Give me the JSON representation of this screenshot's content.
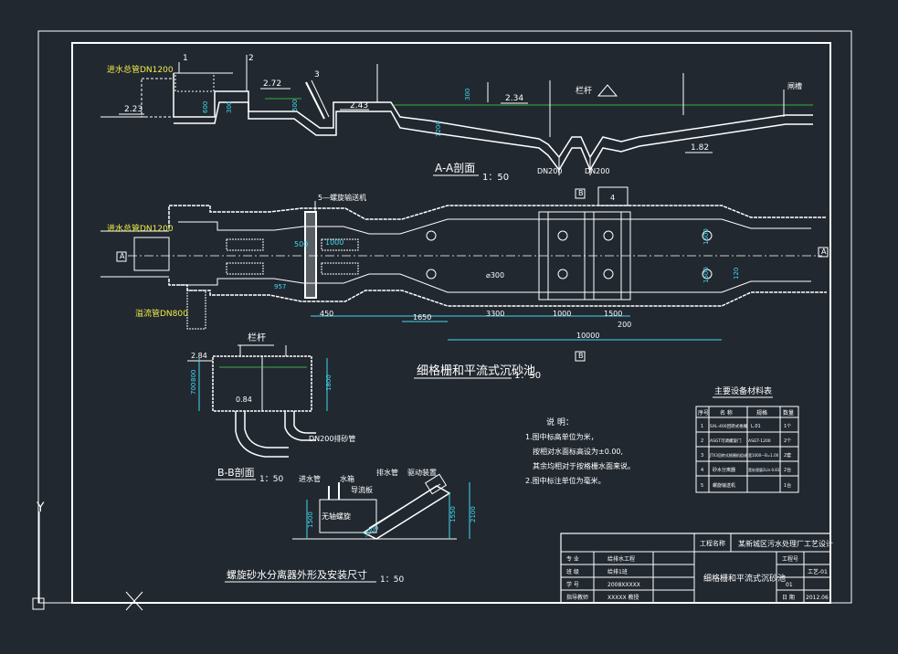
{
  "colors": {
    "background": "#212830",
    "frame": "#ffffff",
    "text_yellow": "#f2ee4a",
    "dimension_cyan": "#43d8f0",
    "water_green": "#3edc4a"
  },
  "section_aa": {
    "title": "A-A剖面",
    "scale": "1：50",
    "inlet_label": "进水总管DN1200",
    "marker_1": "1",
    "marker_2": "2",
    "marker_3": "3",
    "elev_272": "2.72",
    "elev_243": "2.43",
    "elev_234": "2.34",
    "elev_223": "2.23",
    "elev_182": "1.82",
    "railing": "栏杆",
    "gate": "闸槽",
    "dim_300a": "300",
    "dim_300b": "300",
    "dim_600": "600",
    "dim_500": "500",
    "dim_1200": "1200",
    "dn200_a": "DN200",
    "dn200_b": "DN200"
  },
  "plan": {
    "label_5": "5—螺旋输送机",
    "inlet_label": "进水总管DN1200",
    "overflow_label": "溢流管DN800",
    "marker_b_top": "B",
    "marker_b_bottom": "B",
    "marker_a_left": "A",
    "marker_a_right": "A",
    "marker_4": "4",
    "dim_500": "500",
    "dim_1000": "1000",
    "dim_957": "957",
    "dim_120": "120",
    "dim_1500": "1500",
    "dim_1500b": "1500",
    "dia_300": "⌀300",
    "dim_450": "450",
    "dim_1650": "1650",
    "dim_3300": "3300",
    "dim_1000b": "1000",
    "dim_1500c": "1500",
    "dim_200": "200",
    "dim_10000": "10000",
    "title": "细格栅和平流式沉砂池",
    "scale": "1：50"
  },
  "section_bb": {
    "railing": "栏杆",
    "elev_284": "2.84",
    "elev_084": "0.84",
    "dim_700": "700",
    "dim_800": "800",
    "dim_1800": "1800",
    "pipe_label": "DN200排砂管",
    "title": "B-B剖面",
    "scale": "1：50"
  },
  "separator": {
    "inlet": "进水管",
    "water_tank": "水箱",
    "guide": "导流板",
    "outlet": "排水管",
    "drive": "驱动装置",
    "shaft": "无轴螺旋",
    "dim_1500": "1500",
    "dim_5000": "5000",
    "dim_1550": "1550",
    "dim_2100": "2100",
    "title": "螺旋砂水分离器外形及安装尺寸",
    "scale": "1：50"
  },
  "notes": {
    "heading": "说 明：",
    "line1": "1.图中标高单位为米，",
    "line2": "按相对水面标高设为±0.00,",
    "line3": "其余均相对于按格栅水面来说。",
    "line4": "2.图中标注单位为毫米。"
  },
  "equipment_table": {
    "title": "主要设备材料表",
    "headers": [
      "序号",
      "名 称",
      "规格",
      "数量"
    ],
    "rows": [
      [
        "1",
        "SXL-400回转式格栅",
        "L.01",
        "1个"
      ],
      [
        "2",
        "ASGT可调螺旋门",
        "ASGT-1200",
        "2个"
      ],
      [
        "3",
        "JTX3回转式格栅机组成",
        "宽1000—B=1.00",
        "2套"
      ],
      [
        "4",
        "砂水分离器",
        "宽处理量2L/s·0.83",
        "2台"
      ],
      [
        "5",
        "螺旋输送机",
        "",
        "1台"
      ]
    ]
  },
  "title_block": {
    "project_label": "工程名称",
    "project_name": "某新城区污水处理厂工艺设计",
    "drawing_name": "细格栅和平流式沉砂池",
    "rows": [
      [
        "专 业",
        "给排水工程"
      ],
      [
        "班 级",
        "给排1班"
      ],
      [
        "学 号",
        "2008XXXXX"
      ],
      [
        "指导教师",
        "XXXXX 教授"
      ]
    ],
    "drawing_no_label": "工程号",
    "drawing_no_1": "01",
    "drawing_no_2": "工艺-01",
    "date_label": "日 期",
    "date": "2012.06"
  },
  "ucs": {
    "y_axis": "Y"
  }
}
